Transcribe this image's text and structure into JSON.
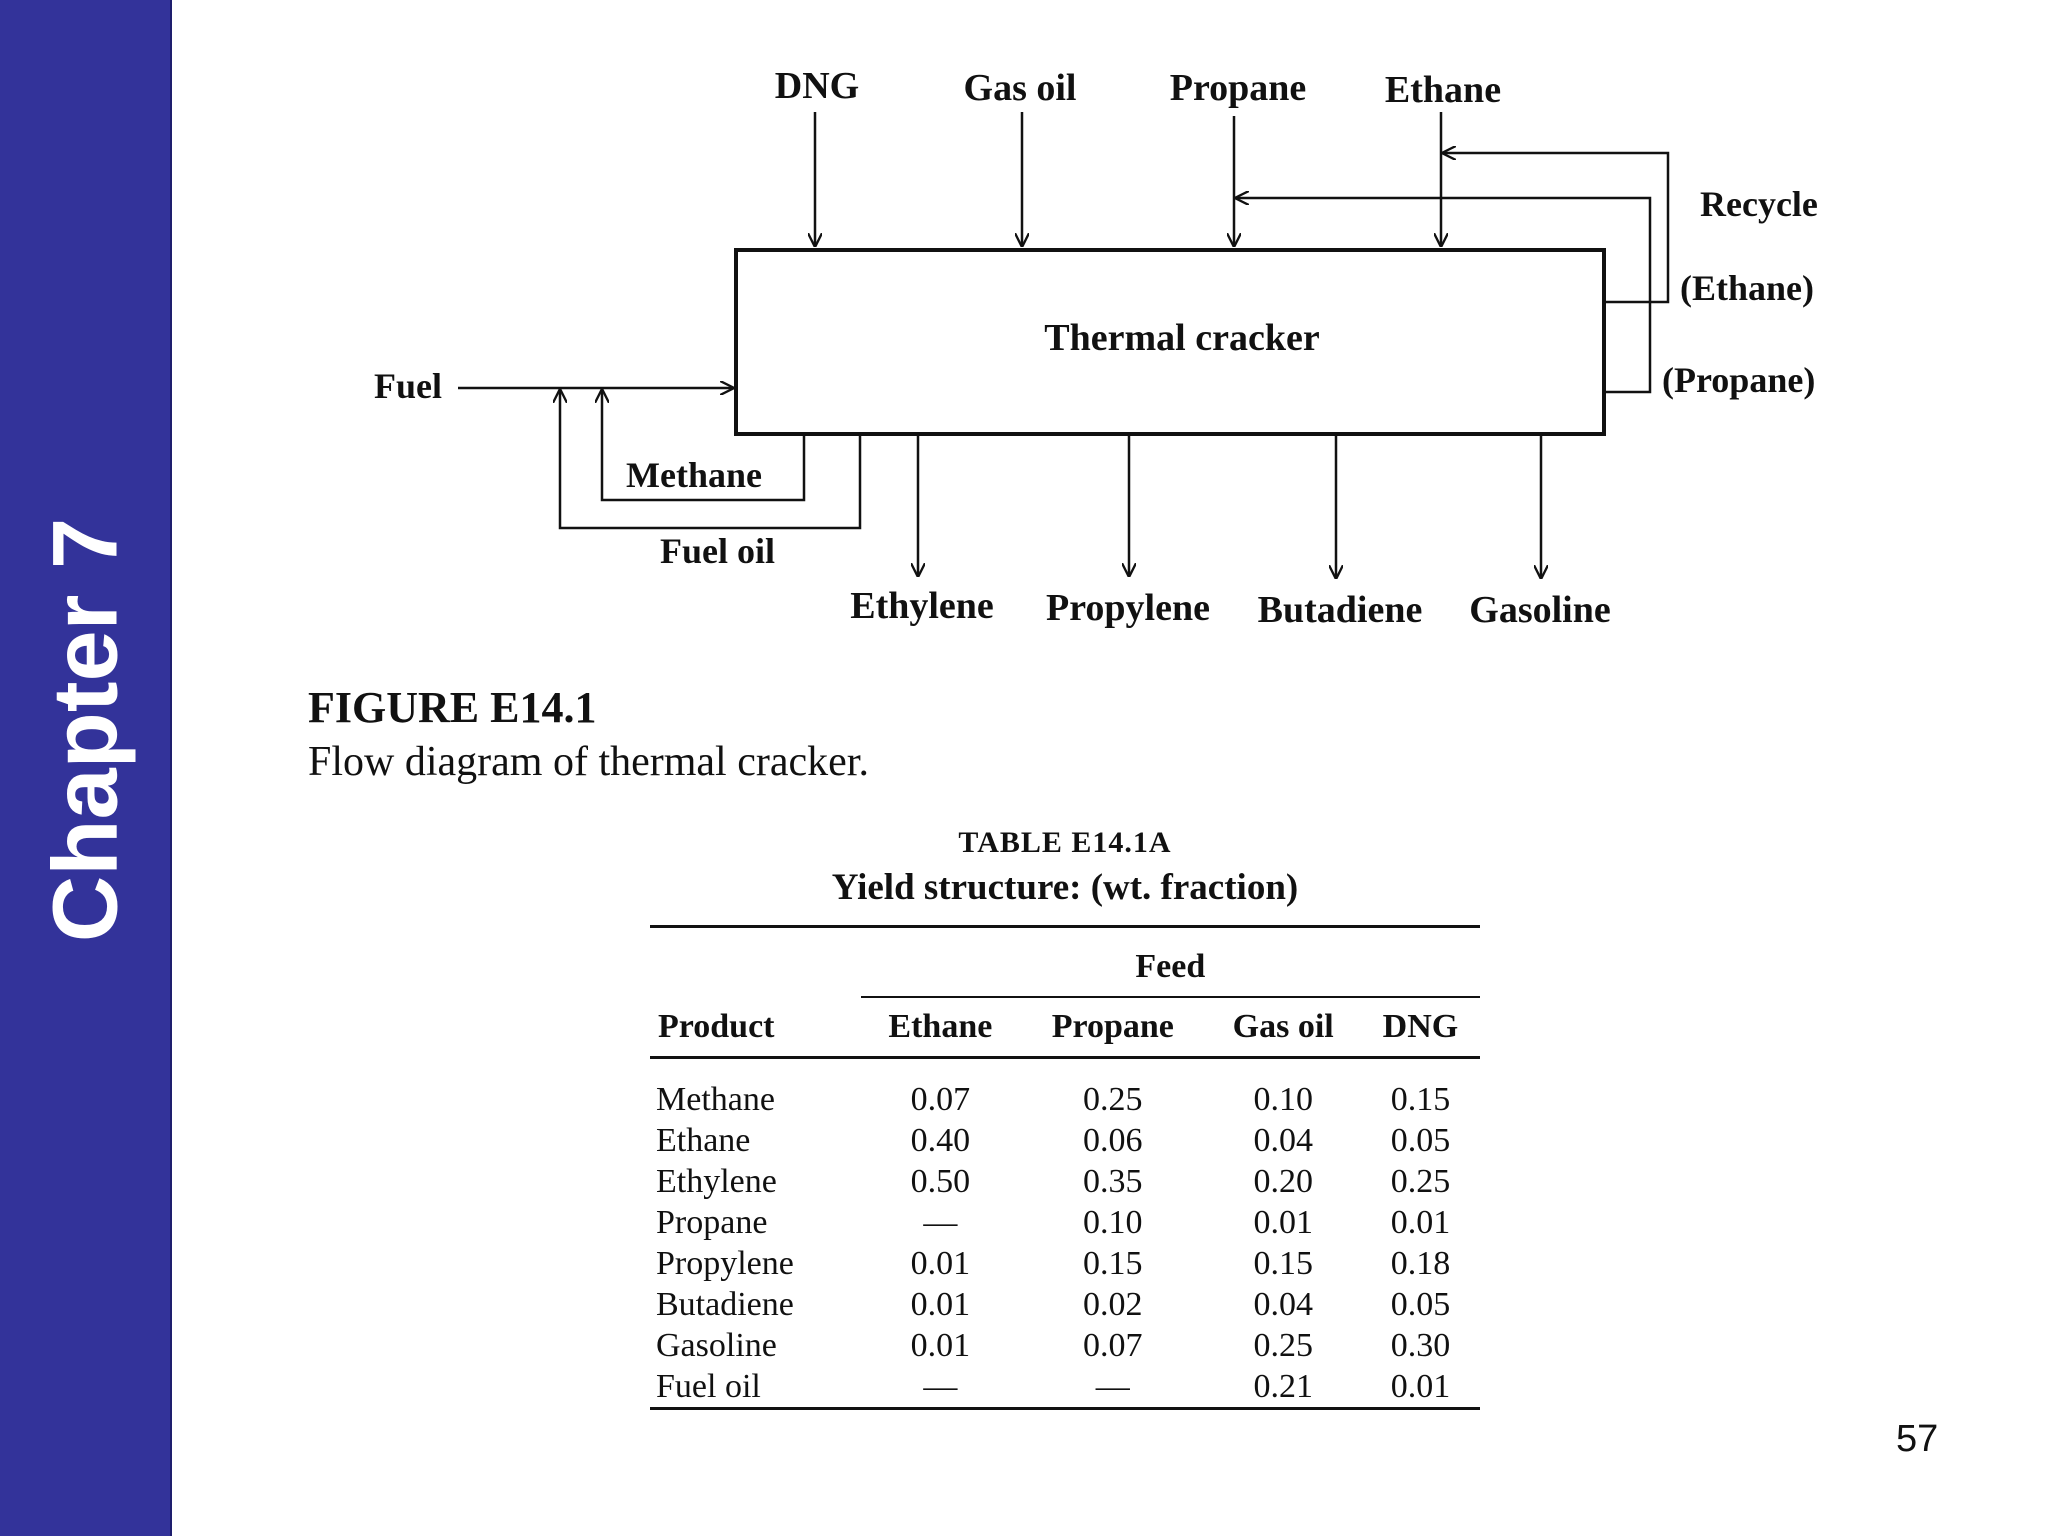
{
  "sidebar": {
    "chapter_label": "Chapter 7"
  },
  "diagram": {
    "unit_label": "Thermal cracker",
    "feeds": [
      "DNG",
      "Gas oil",
      "Propane",
      "Ethane"
    ],
    "recycle_label": "Recycle",
    "recycle_ethane": "(Ethane)",
    "recycle_propane": "(Propane)",
    "fuel_label": "Fuel",
    "methane_label": "Methane",
    "fuel_oil_label": "Fuel oil",
    "products": [
      "Ethylene",
      "Propylene",
      "Butadiene",
      "Gasoline"
    ]
  },
  "figure": {
    "title": "FIGURE E14.1",
    "caption": "Flow diagram of thermal cracker."
  },
  "table": {
    "label": "TABLE E14.1A",
    "title": "Yield structure: (wt. fraction)",
    "group_header": "Feed",
    "product_header": "Product",
    "columns": [
      "Ethane",
      "Propane",
      "Gas oil",
      "DNG"
    ],
    "rows": [
      {
        "product": "Methane",
        "values": [
          "0.07",
          "0.25",
          "0.10",
          "0.15"
        ]
      },
      {
        "product": "Ethane",
        "values": [
          "0.40",
          "0.06",
          "0.04",
          "0.05"
        ]
      },
      {
        "product": "Ethylene",
        "values": [
          "0.50",
          "0.35",
          "0.20",
          "0.25"
        ]
      },
      {
        "product": "Propane",
        "values": [
          "—",
          "0.10",
          "0.01",
          "0.01"
        ]
      },
      {
        "product": "Propylene",
        "values": [
          "0.01",
          "0.15",
          "0.15",
          "0.18"
        ]
      },
      {
        "product": "Butadiene",
        "values": [
          "0.01",
          "0.02",
          "0.04",
          "0.05"
        ]
      },
      {
        "product": "Gasoline",
        "values": [
          "0.01",
          "0.07",
          "0.25",
          "0.30"
        ]
      },
      {
        "product": "Fuel oil",
        "values": [
          "—",
          "—",
          "0.21",
          "0.01"
        ]
      }
    ]
  },
  "page_number": "57"
}
